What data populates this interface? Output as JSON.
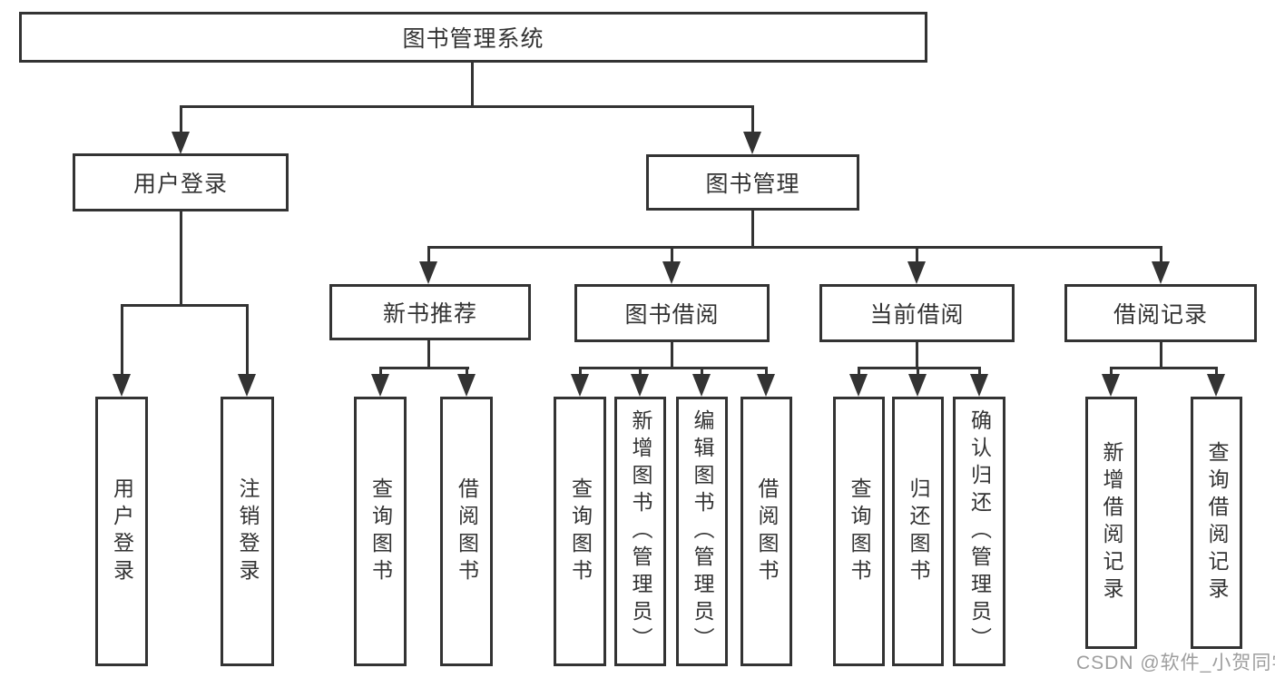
{
  "tree": {
    "root": {
      "label": "图书管理系统"
    },
    "branches": [
      {
        "label": "用户登录",
        "children": [
          {
            "label": "用户登录"
          },
          {
            "label": "注销登录"
          }
        ]
      },
      {
        "label": "图书管理",
        "children": [
          {
            "label": "新书推荐",
            "children": [
              {
                "label": "查询图书"
              },
              {
                "label": "借阅图书"
              }
            ]
          },
          {
            "label": "图书借阅",
            "children": [
              {
                "label": "查询图书"
              },
              {
                "label": "新增图书（管理员）"
              },
              {
                "label": "编辑图书（管理员）"
              },
              {
                "label": "借阅图书"
              }
            ]
          },
          {
            "label": "当前借阅",
            "children": [
              {
                "label": "查询图书"
              },
              {
                "label": "归还图书"
              },
              {
                "label": "确认归还（管理员）"
              }
            ]
          },
          {
            "label": "借阅记录",
            "children": [
              {
                "label": "新增借阅记录"
              },
              {
                "label": "查询借阅记录"
              }
            ]
          }
        ]
      }
    ]
  },
  "watermark": "CSDN @软件_小贺同学",
  "colors": {
    "line": "#333333",
    "text": "#333333",
    "watermark": "#9e9e9e",
    "background": "#ffffff"
  }
}
